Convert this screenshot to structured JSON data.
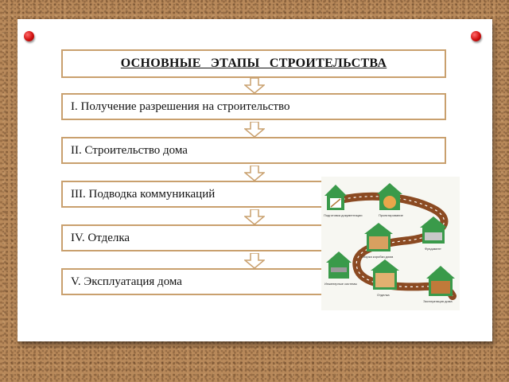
{
  "title": "ОСНОВНЫЕ ЭТАПЫ СТРОИТЕЛЬСТВА",
  "stages": [
    "I. Получение разрешения на строительство",
    "II. Строительство дома",
    "III. Подводка коммуникаций",
    "IV. Отделка",
    "V. Эксплуатация дома"
  ],
  "illustration": {
    "labels": [
      "Подготовка документации",
      "Проектирование",
      "Фундамент",
      "Сборка коробки дома",
      "Инженерные системы",
      "Отделка",
      "Эксплуатация дома"
    ]
  },
  "colors": {
    "border": "#c9a06e",
    "pin": "#d0100f",
    "house": "#3a9a4a",
    "path": "#8b4a22"
  }
}
